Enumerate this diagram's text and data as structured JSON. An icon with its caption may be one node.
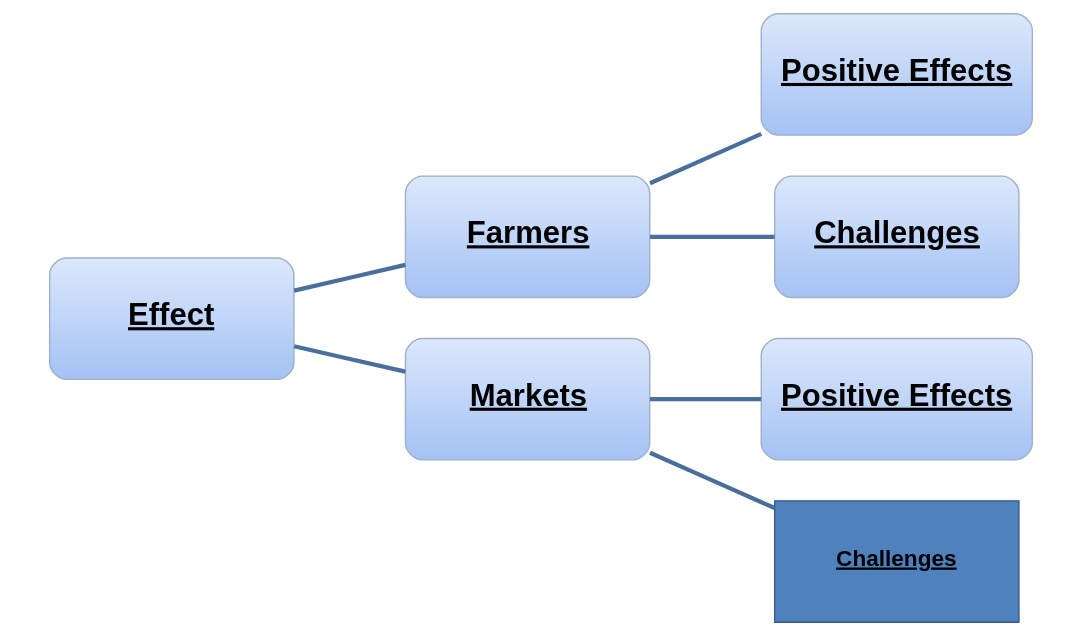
{
  "diagram": {
    "nodes": [
      {
        "text": [
          "Effect"
        ]
      },
      {
        "text": [
          "Farmers"
        ]
      },
      {
        "text": [
          "Markets"
        ]
      },
      {
        "text": [
          "Positive Effects"
        ]
      },
      {
        "text": [
          "Challenges"
        ]
      },
      {
        "text": [
          "Positive Effects"
        ]
      },
      {
        "text": [
          "Challenges"
        ]
      }
    ],
    "edges": [
      {
        "from": 0,
        "to": 1,
        "arrow": "none"
      },
      {
        "from": 0,
        "to": 2,
        "arrow": "none"
      },
      {
        "from": 1,
        "to": 3,
        "arrow": "none"
      },
      {
        "from": 1,
        "to": 4,
        "arrow": "none"
      },
      {
        "from": 2,
        "to": 5,
        "arrow": "none"
      },
      {
        "from": 2,
        "to": 6,
        "arrow": "none"
      }
    ]
  }
}
